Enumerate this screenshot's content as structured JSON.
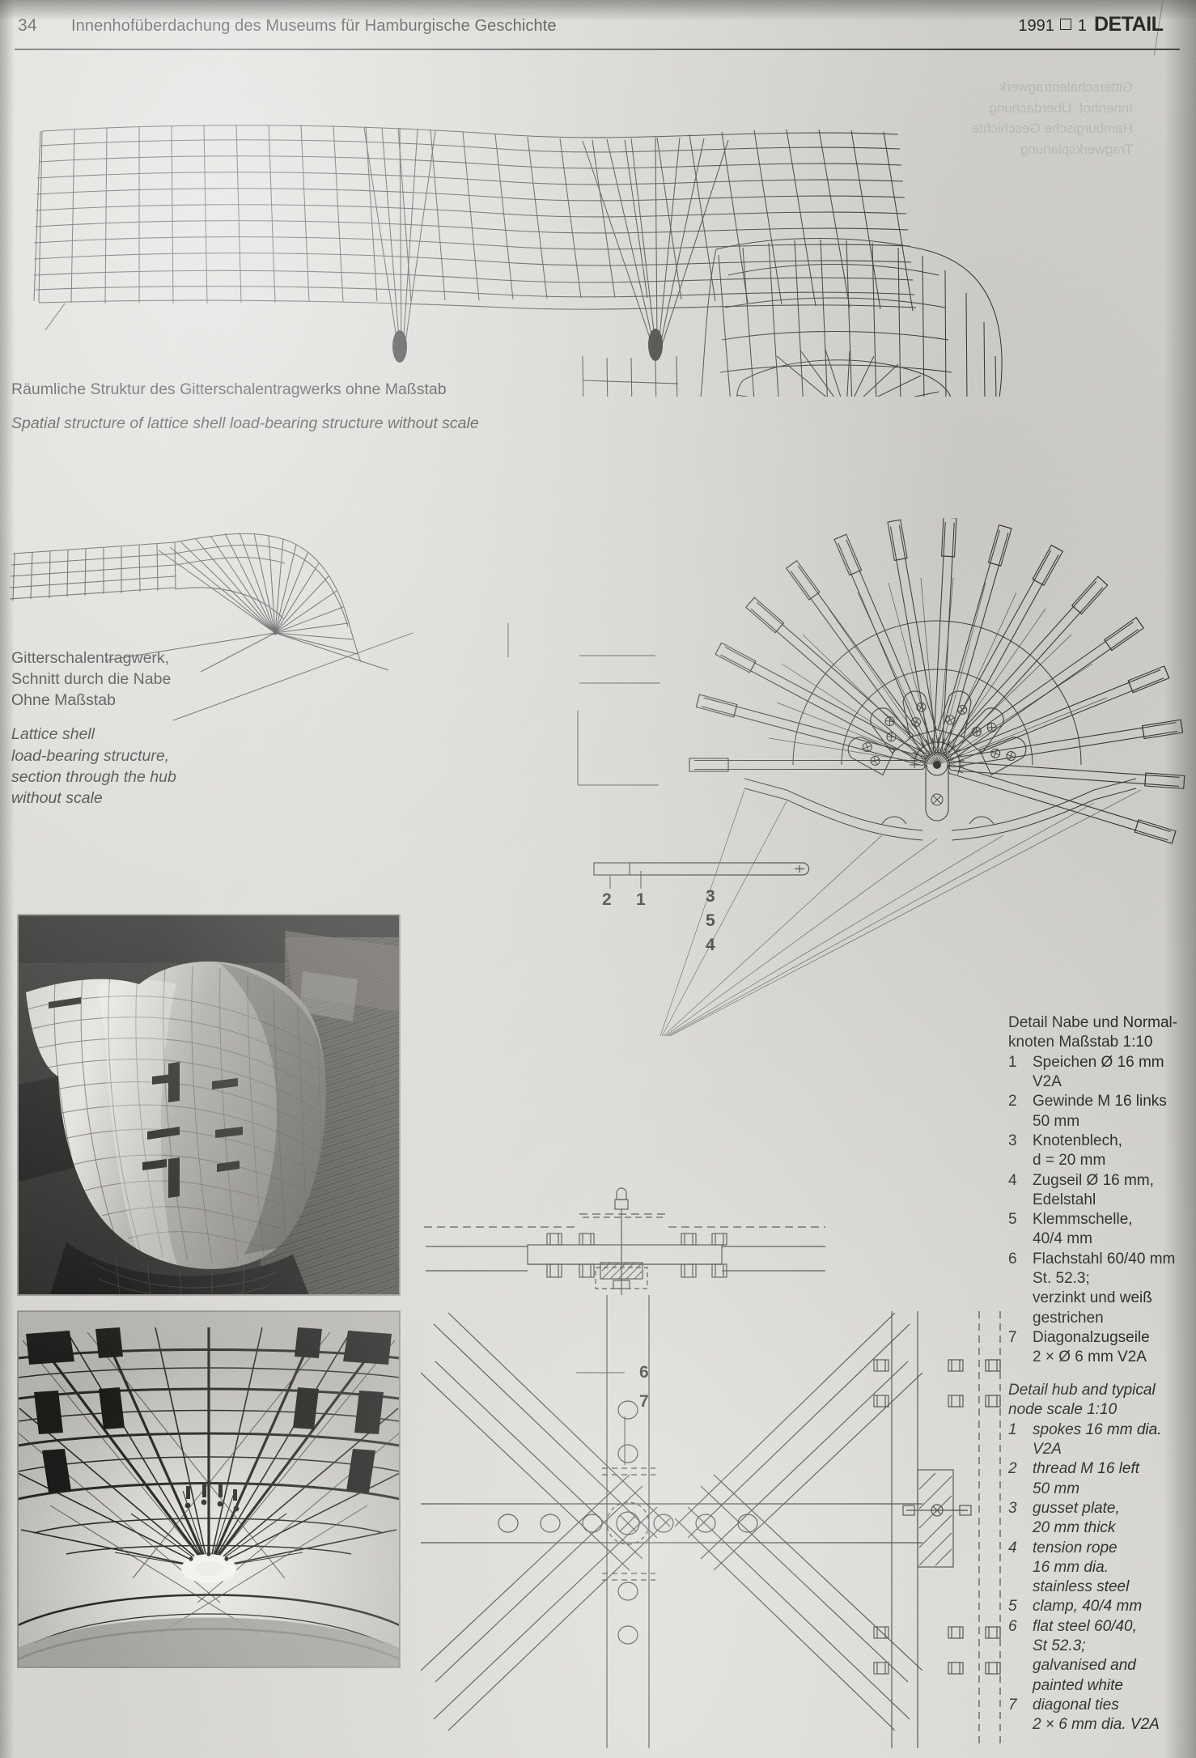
{
  "header": {
    "folio": "34",
    "title": "Innenhofüberdachung des Museums für Hamburgische Geschichte",
    "year": "1991",
    "issue": "1",
    "masthead": "DETAIL"
  },
  "captions": {
    "spatial_structure": {
      "de": "Räumliche Struktur des Gitterschalentragwerks ohne Maßstab",
      "en": "Spatial structure of lattice shell load-bearing structure without scale"
    },
    "section_hub": {
      "de_lines": [
        "Gitterschalentragwerk,",
        "Schnitt durch die Nabe",
        "Ohne Maßstab"
      ],
      "en_lines": [
        "Lattice shell",
        "load-bearing structure,",
        "section through the hub",
        "without scale"
      ]
    }
  },
  "callouts": {
    "hub": [
      "2",
      "1",
      "3",
      "5",
      "4"
    ],
    "node": [
      "6",
      "7"
    ]
  },
  "legend_de": {
    "head_line1": "Detail Nabe und Normal-",
    "head_line2": "knoten    Maßstab  1:10",
    "items": [
      {
        "num": "1",
        "text": "Speichen Ø 16 mm",
        "sub": [
          "V2A"
        ]
      },
      {
        "num": "2",
        "text": "Gewinde M 16 links",
        "sub": [
          "50 mm"
        ]
      },
      {
        "num": "3",
        "text": "Knotenblech,",
        "sub": [
          "d = 20 mm"
        ]
      },
      {
        "num": "4",
        "text": "Zugseil Ø 16 mm,",
        "sub": [
          "Edelstahl"
        ]
      },
      {
        "num": "5",
        "text": "Klemmschelle,",
        "sub": [
          "40/4 mm"
        ]
      },
      {
        "num": "6",
        "text": "Flachstahl 60/40 mm",
        "sub": [
          "St. 52.3;",
          "verzinkt und weiß",
          "gestrichen"
        ]
      },
      {
        "num": "7",
        "text": "Diagonalzugseile",
        "sub": [
          "2 × Ø 6 mm V2A"
        ]
      }
    ]
  },
  "legend_en": {
    "head_line1": "Detail hub and typical",
    "head_line2": "node    scale  1:10",
    "items": [
      {
        "num": "1",
        "text": "spokes 16 mm dia.",
        "sub": [
          "V2A"
        ]
      },
      {
        "num": "2",
        "text": "thread M 16 left",
        "sub": [
          "50 mm"
        ]
      },
      {
        "num": "3",
        "text": "gusset plate,",
        "sub": [
          "20 mm thick"
        ]
      },
      {
        "num": "4",
        "text": "tension rope",
        "sub": [
          "16 mm dia.",
          "stainless steel"
        ]
      },
      {
        "num": "5",
        "text": "clamp, 40/4 mm",
        "sub": []
      },
      {
        "num": "6",
        "text": "flat steel 60/40,",
        "sub": [
          "St 52.3;",
          "galvanised and",
          "painted white"
        ]
      },
      {
        "num": "7",
        "text": "diagonal ties",
        "sub": [
          "2 × 6 mm dia. V2A"
        ]
      }
    ]
  },
  "figures": {
    "lattice_perspective": "lattice-shell-perspective-wireframe",
    "lattice_section": "lattice-shell-section-through-hub",
    "hub_detail": "hub-radial-spoke-detail-1-10",
    "node_plan": "typical-node-plan-detail",
    "node_section": "typical-node-section-detail",
    "node_elevation": "typical-node-elevation-detail"
  },
  "photos": {
    "aerial": "aerial-photo-glazed-courtyard-roof",
    "interior": "interior-photo-lattice-shell-from-below"
  },
  "colors": {
    "paper": "#d8d6d2",
    "ink": "#1c1c1c",
    "rule": "#3c3c3c",
    "drawing_line": "#2f2f2f"
  }
}
